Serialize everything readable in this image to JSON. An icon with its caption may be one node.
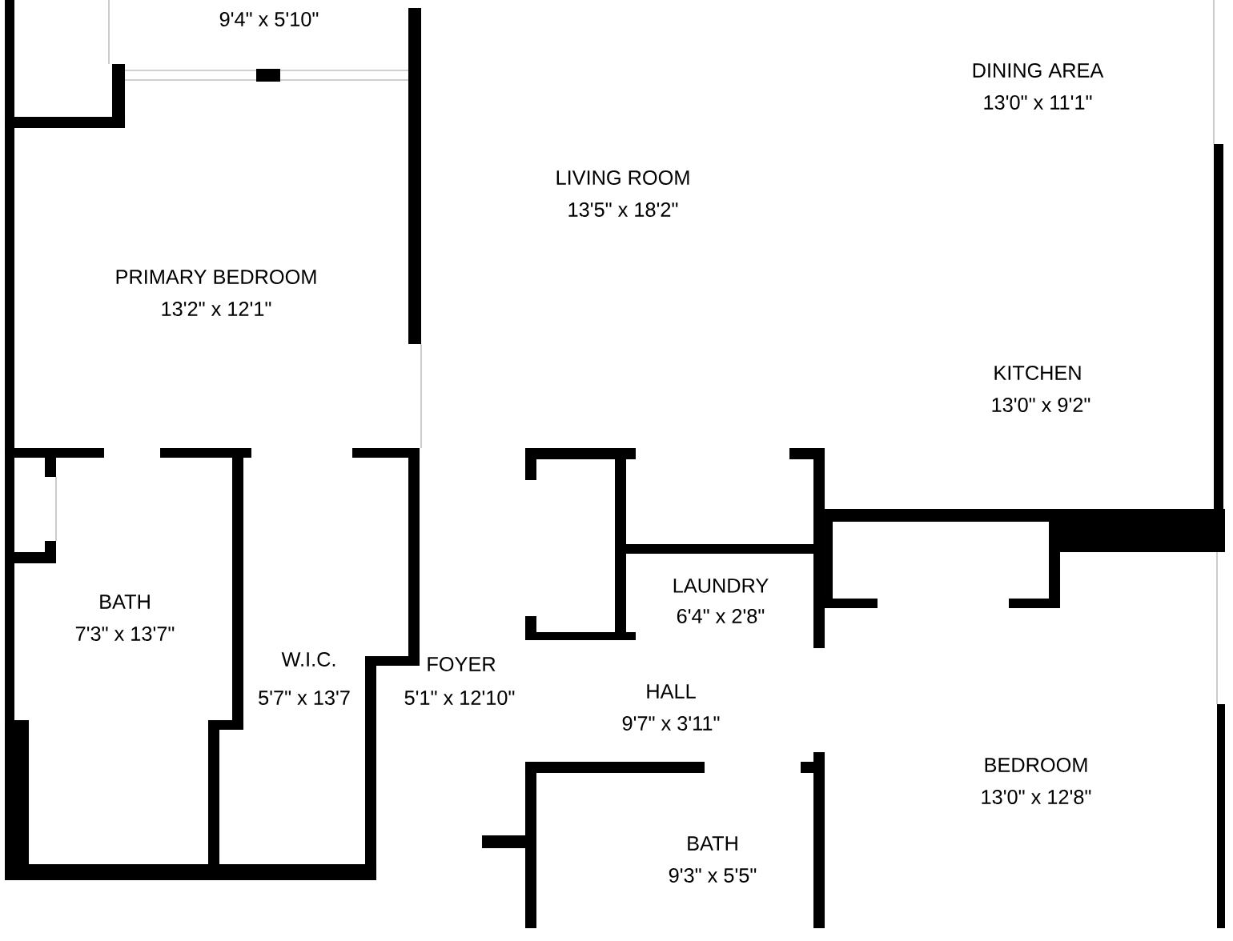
{
  "diagram": {
    "labels": [
      "9'4\" x 5'10\"",
      "DINING AREA",
      "13'0\" x 11'1\"",
      "LIVING ROOM",
      "13'5\" x 18'2\"",
      "PRIMARY BEDROOM",
      "13'2\" x 12'1\"",
      "KITCHEN",
      "13'0\" x 9'2\"",
      "LAUNDRY",
      "6'4\" x 2'8\"",
      "BATH",
      "7'3\" x 13'7\"",
      "W.I.C.",
      "5'7\" x 13'7",
      "FOYER",
      "5'1\" x 12'10\"",
      "HALL",
      "9'7\" x 3'11\"",
      "BEDROOM",
      "13'0\" x 12'8\"",
      "BATH",
      "9'3\" x 5'5\""
    ]
  }
}
